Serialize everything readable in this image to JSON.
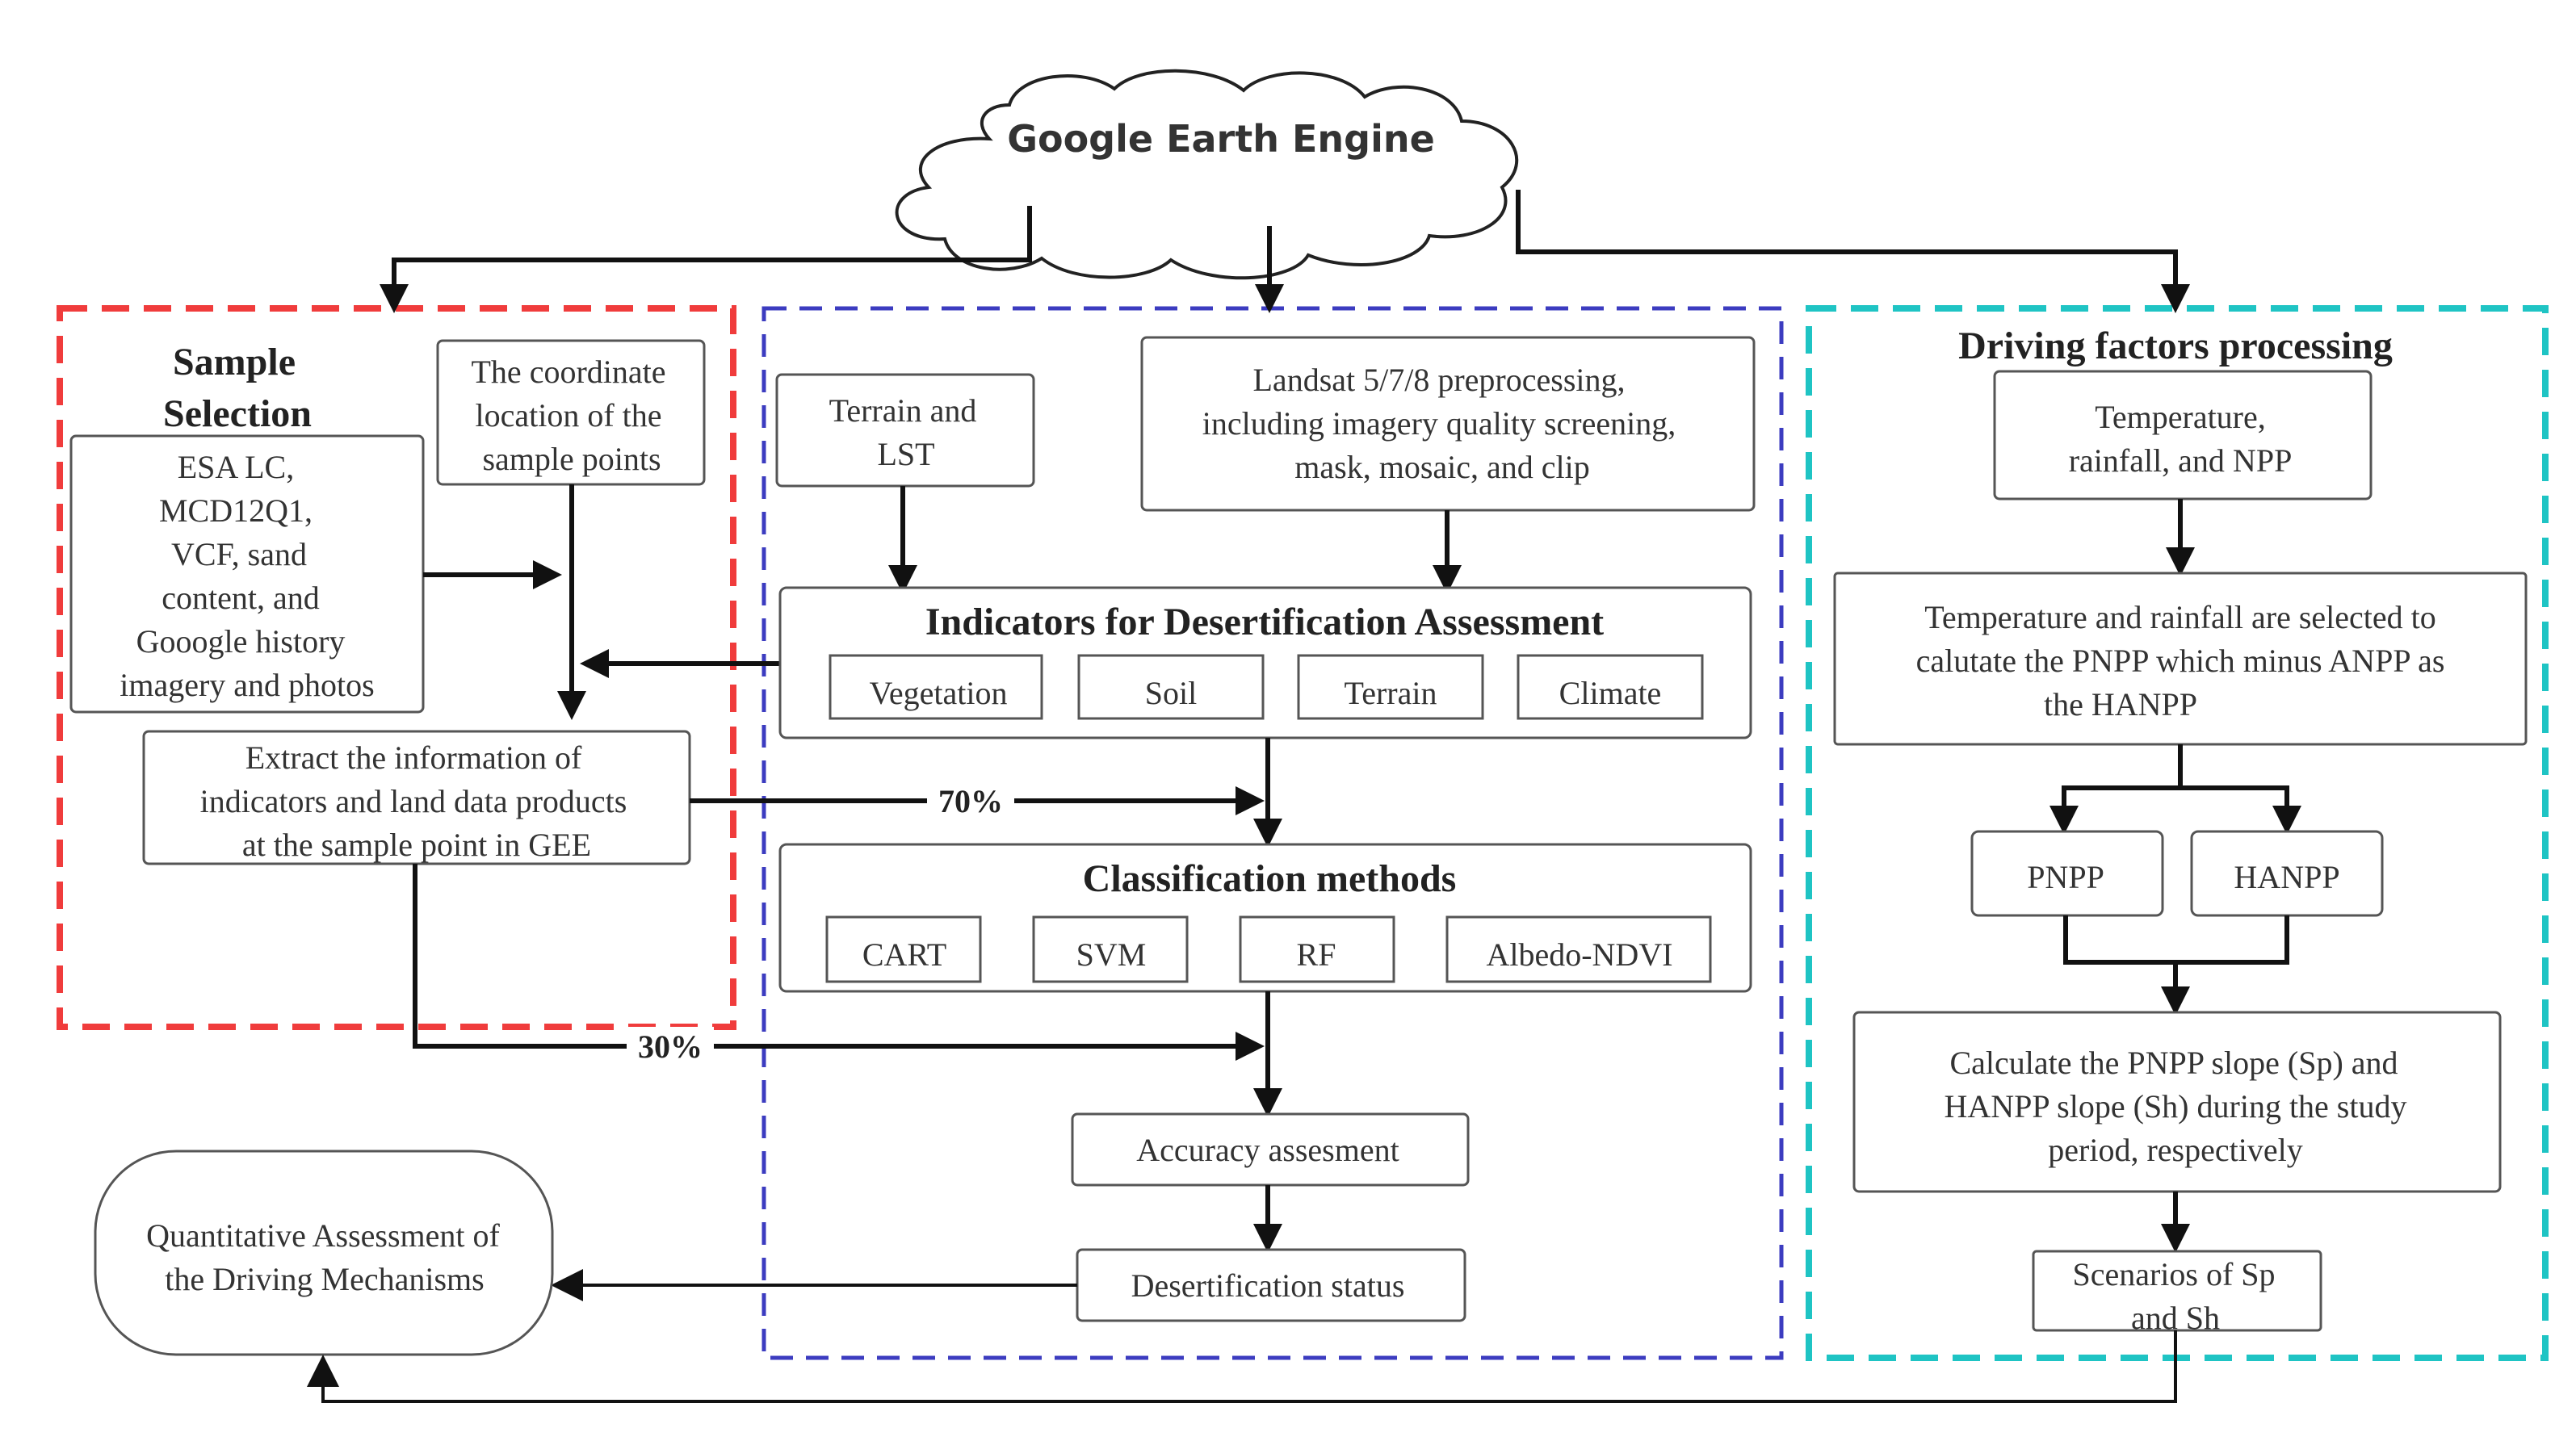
{
  "cloud": {
    "title": "Google Earth Engine"
  },
  "sample_selection": {
    "title_line1": "Sample",
    "title_line2": "Selection",
    "data_sources": [
      "ESA LC,",
      "MCD12Q1,",
      "VCF, sand",
      "content, and",
      "Gooogle history",
      "imagery and photos"
    ],
    "coordinate": [
      "The coordinate",
      "location of the",
      "sample points"
    ],
    "extract": [
      "Extract the information of",
      "indicators and land data products",
      "at the sample point in GEE"
    ]
  },
  "center": {
    "terrain_lst": [
      "Terrain and",
      "LST"
    ],
    "landsat": [
      "Landsat 5/7/8 preprocessing,",
      "including imagery quality screening,",
      "mask, mosaic, and clip"
    ],
    "indicators_title": "Indicators for Desertification Assessment",
    "indicators": [
      "Vegetation",
      "Soil",
      "Terrain",
      "Climate"
    ],
    "methods_title": "Classification methods",
    "methods": [
      "CART",
      "SVM",
      "RF",
      "Albedo-NDVI"
    ],
    "accuracy": "Accuracy assesment",
    "status": "Desertification status"
  },
  "split": {
    "train": "70%",
    "test": "30%"
  },
  "driving": {
    "title": "Driving factors processing",
    "inputs": [
      "Temperature,",
      "rainfall, and NPP"
    ],
    "selection": [
      "Temperature and rainfall are selected to",
      "calutate the PNPP which minus ANPP as",
      "the HANPP"
    ],
    "pnpp": "PNPP",
    "hanpp": "HANPP",
    "slope": [
      "Calculate the PNPP slope (Sp) and",
      "HANPP slope (Sh) during the study",
      "period, respectively"
    ],
    "scenarios": [
      "Scenarios of Sp",
      "and Sh"
    ]
  },
  "quant": [
    "Quantitative Assessment of",
    "the Driving Mechanisms"
  ],
  "colors": {
    "red": "#f03c3c",
    "blue": "#3c3cc0",
    "cyan": "#1fc4c4"
  }
}
